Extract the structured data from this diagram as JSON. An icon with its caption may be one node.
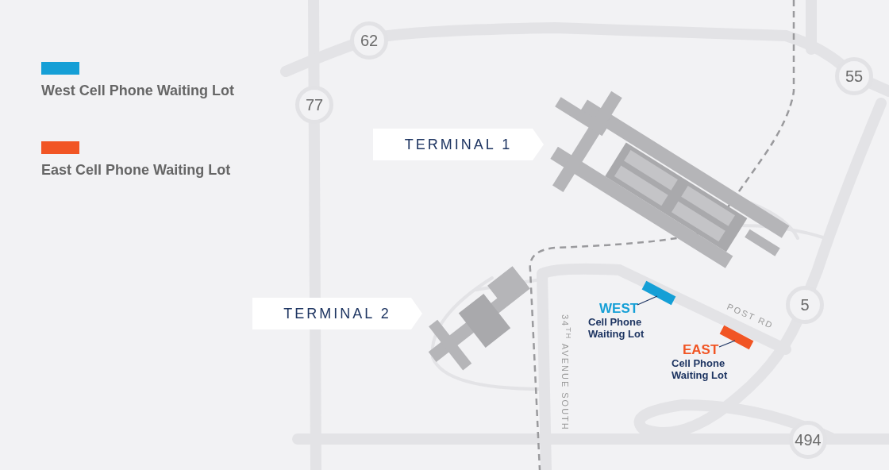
{
  "diagram": {
    "nodes": [
      {
        "text": [
          "62"
        ]
      },
      {
        "text": [
          "55"
        ]
      },
      {
        "text": [
          "77"
        ]
      },
      {
        "text": [
          "TERMINAL 1"
        ]
      },
      {
        "text": [],
        "shape": "picture"
      },
      {
        "text": [
          "TERMINAL 2"
        ]
      },
      {
        "text": [],
        "shape": "picture"
      },
      {
        "text": [
          "WEST",
          "Cell Phone Waiting Lot"
        ]
      },
      {
        "text": [],
        "shape": "bar"
      },
      {
        "text": [
          "5"
        ]
      },
      {
        "text": [
          "EAST",
          "Cell Phone Waiting Lot"
        ]
      },
      {
        "text": [],
        "shape": "bar"
      },
      {
        "text": [
          "494"
        ]
      }
    ],
    "edges": [
      {
        "from": 7,
        "to": 8,
        "arrow": "none"
      },
      {
        "from": 10,
        "to": 11,
        "arrow": "none"
      }
    ],
    "labels": [
      "POST RD",
      "34$^{TH}$ AVENUE SOUTH"
    ],
    "legend": [
      {
        "text": "West Cell Phone Waiting Lot",
        "color": "#159fd6"
      },
      {
        "text": "East Cell Phone Waiting Lot",
        "color": "#f15524"
      }
    ]
  }
}
